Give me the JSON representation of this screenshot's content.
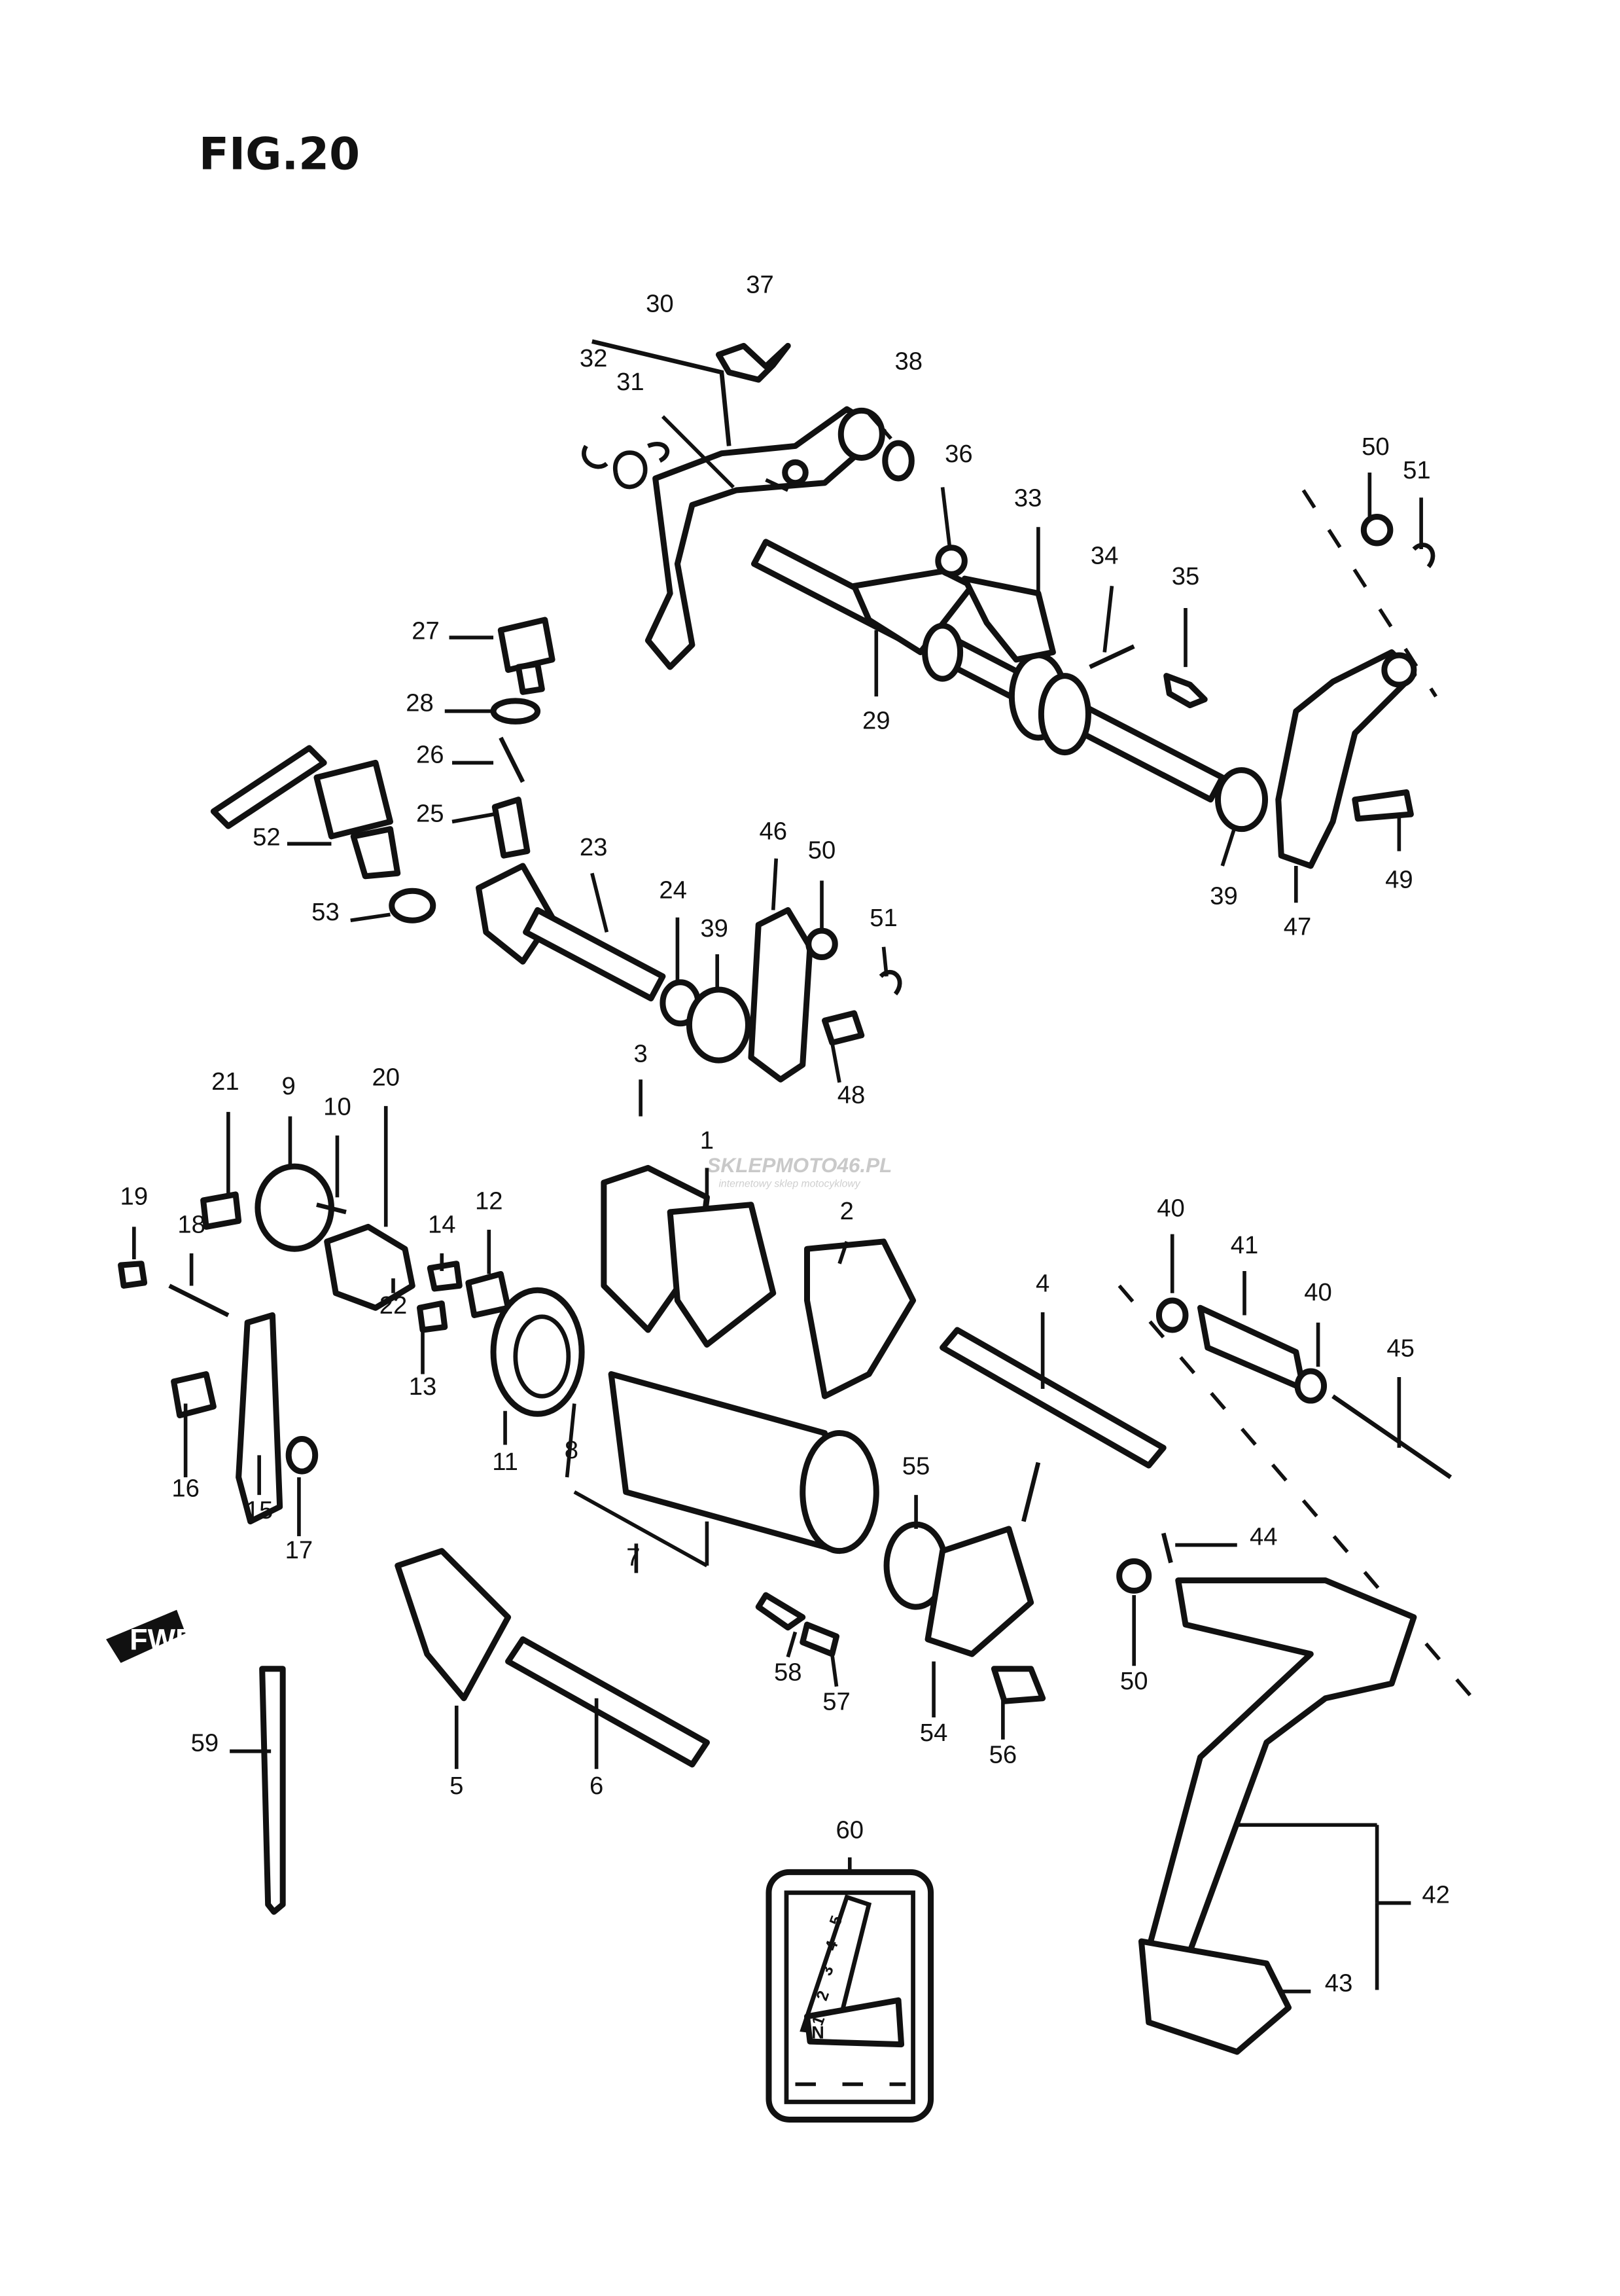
{
  "figure": {
    "title": "FIG.20"
  },
  "watermark": {
    "brand": "SKLEPMOTO46.PL",
    "tagline": "internetowy sklep motocyklowy"
  },
  "direction_arrow": {
    "label": "FWD"
  },
  "gear_plate": {
    "gears": [
      "5",
      "4",
      "3",
      "2",
      "1"
    ],
    "neutral": "N"
  },
  "callouts": [
    "1",
    "2",
    "3",
    "4",
    "5",
    "6",
    "7",
    "8",
    "9",
    "10",
    "11",
    "12",
    "13",
    "14",
    "15",
    "16",
    "17",
    "18",
    "19",
    "20",
    "21",
    "22",
    "23",
    "24",
    "25",
    "26",
    "27",
    "28",
    "29",
    "30",
    "31",
    "32",
    "33",
    "34",
    "35",
    "36",
    "37",
    "38",
    "39",
    "39",
    "40",
    "40",
    "41",
    "42",
    "43",
    "44",
    "45",
    "46",
    "47",
    "48",
    "49",
    "50",
    "50",
    "50",
    "51",
    "51",
    "52",
    "53",
    "54",
    "55",
    "56",
    "57",
    "58",
    "59",
    "60"
  ]
}
